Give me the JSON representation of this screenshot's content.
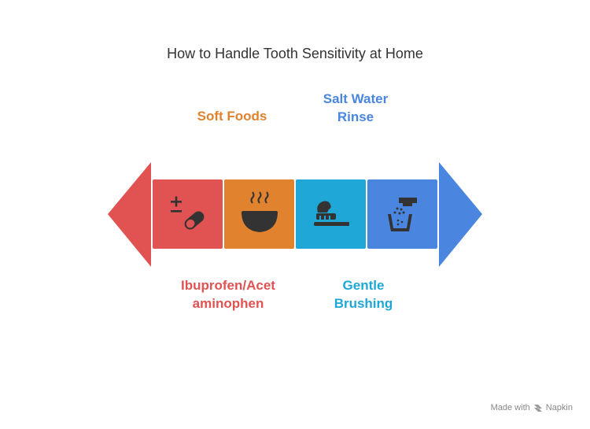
{
  "title": "How to Handle Tooth Sensitivity at Home",
  "steps": [
    {
      "label": "Ibuprofen/Acet\naminophen",
      "line1": "Ibuprofen/Acet",
      "line2": "aminophen",
      "color": "#E05352",
      "icon": "pill-plus-minus-icon"
    },
    {
      "label": "Soft Foods",
      "line1": "Soft Foods",
      "color": "#E0822E",
      "icon": "hot-bowl-icon"
    },
    {
      "label": "Gentle Brushing",
      "line1": "Gentle",
      "line2": "Brushing",
      "color": "#1FA7D8",
      "icon": "toothbrush-icon"
    },
    {
      "label": "Salt Water Rinse",
      "line1": "Salt Water",
      "line2": "Rinse",
      "color": "#4A86E0",
      "icon": "salt-shaker-cup-icon"
    }
  ],
  "footer": {
    "made_with": "Made with",
    "brand": "Napkin"
  }
}
